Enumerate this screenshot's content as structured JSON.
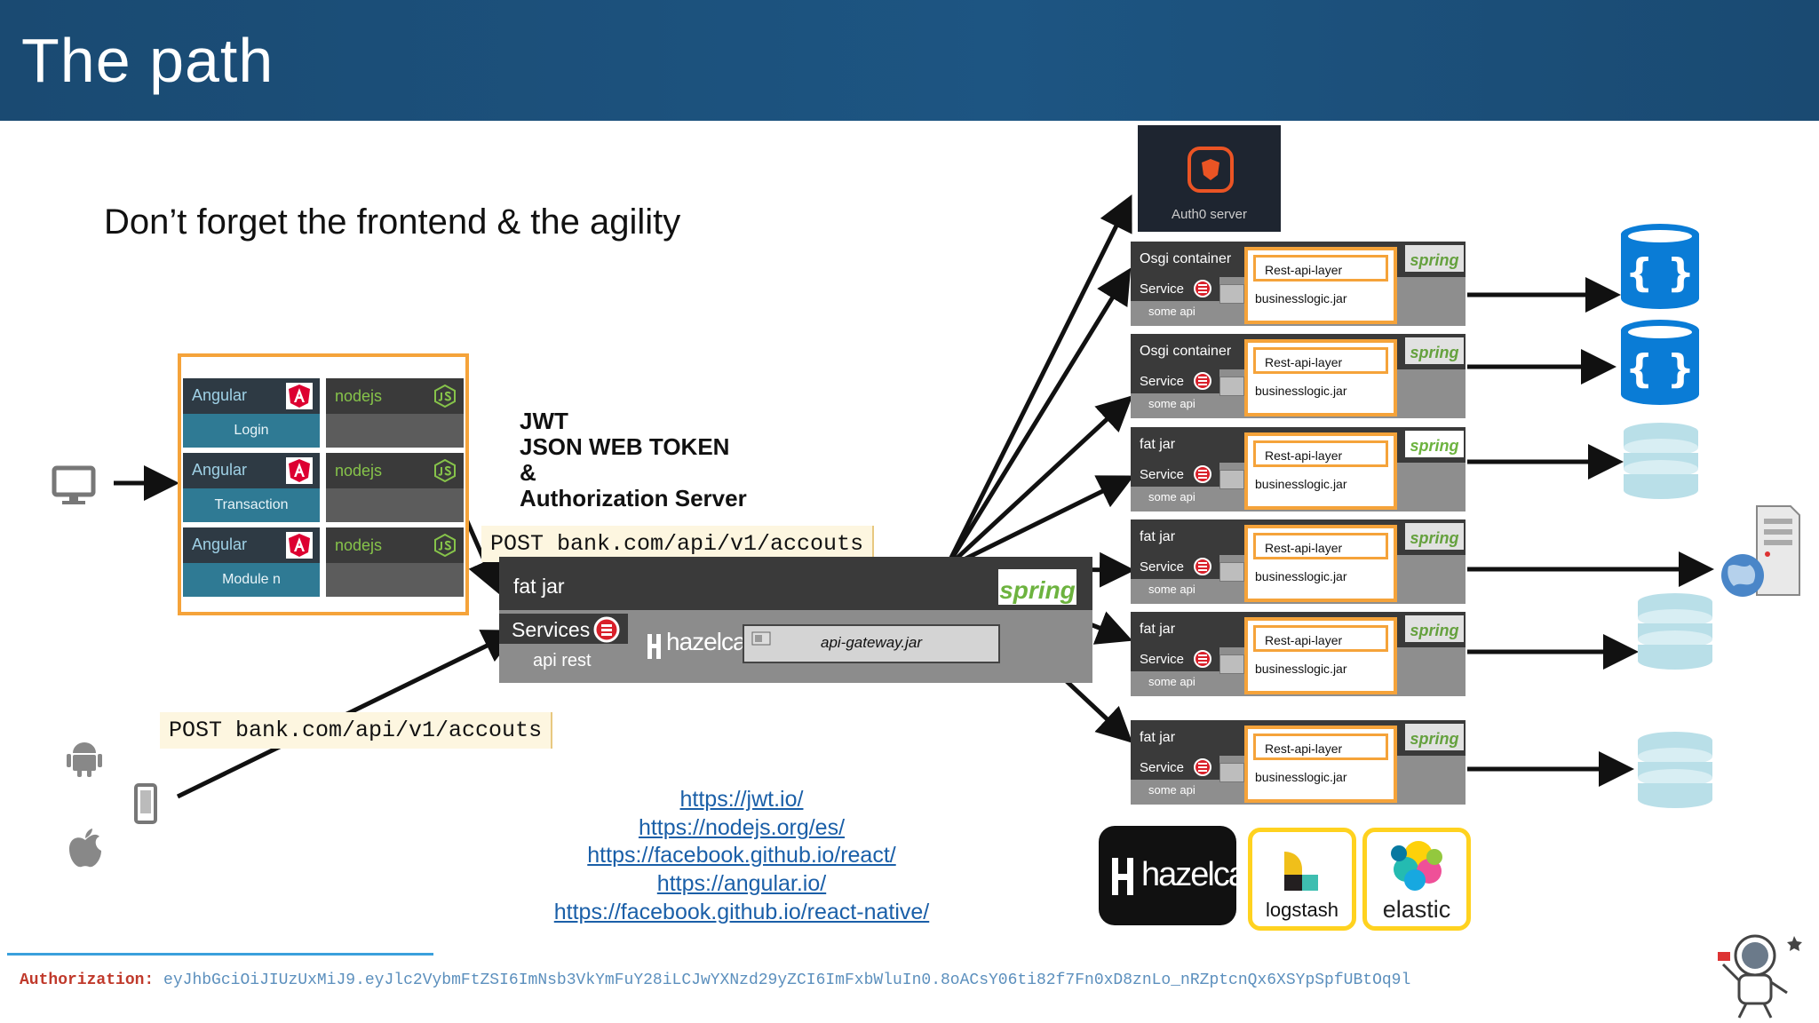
{
  "slide": {
    "title": "The path",
    "subtitle": "Don’t forget the frontend & the agility",
    "jwt_text": "JWT\nJSON WEB TOKEN\n&\nAuthorization Server"
  },
  "posts": {
    "top": "POST bank.com/api/v1/accouts",
    "bottom": "POST bank.com/api/v1/accouts"
  },
  "frontend": {
    "modules": [
      {
        "framework": "Angular",
        "module": "Login",
        "backend": "nodejs"
      },
      {
        "framework": "Angular",
        "module": "Transaction",
        "backend": "nodejs"
      },
      {
        "framework": "Angular",
        "module": "Module n",
        "backend": "nodejs"
      }
    ]
  },
  "gateway": {
    "fat_jar": "fat jar",
    "services": "Services",
    "api_rest": "api rest",
    "hazelcast": "hazelcast",
    "jar": "api-gateway.jar",
    "spring": "spring"
  },
  "auth_server": {
    "label": "Auth0 server"
  },
  "services": [
    {
      "container": "Osgi container",
      "service": "Service",
      "some_api": "some api",
      "rest": "Rest-api-layer",
      "jar": "businesslogic.jar",
      "spring": "spring"
    },
    {
      "container": "Osgi container",
      "service": "Service",
      "some_api": "some api",
      "rest": "Rest-api-layer",
      "jar": "businesslogic.jar",
      "spring": "spring"
    },
    {
      "container": "fat jar",
      "service": "Service",
      "some_api": "some api",
      "rest": "Rest-api-layer",
      "jar": "businesslogic.jar",
      "spring": "spring"
    },
    {
      "container": "fat jar",
      "service": "Service",
      "some_api": "some api",
      "rest": "Rest-api-layer",
      "jar": "businesslogic.jar",
      "spring": "spring"
    },
    {
      "container": "fat jar",
      "service": "Service",
      "some_api": "some api",
      "rest": "Rest-api-layer",
      "jar": "businesslogic.jar",
      "spring": "spring"
    },
    {
      "container": "fat jar",
      "service": "Service",
      "some_api": "some api",
      "rest": "Rest-api-layer",
      "jar": "businesslogic.jar",
      "spring": "spring"
    }
  ],
  "logos": {
    "hazelcast": "hazelcast",
    "logstash": "logstash",
    "elastic": "elastic"
  },
  "links": [
    "https://jwt.io/",
    "https://nodejs.org/es/",
    "https://facebook.github.io/react/",
    "https://angular.io/",
    "https://facebook.github.io/react-native/"
  ],
  "authorization": {
    "key": "Authorization:",
    "token": "eyJhbGciOiJIUzUxMiJ9.eyJlc2VybmFtZSI6ImNsb3VkYmFuY28iLCJwYXNzd29yZCI6ImFxbWluIn0.8oACsY06ti82f7Fn0xD8znLo_nRZptcnQx6XSYpSpfUBtOq9l"
  },
  "colors": {
    "header": "#1d5582",
    "accent_orange": "#f5a33a",
    "spring_green": "#6db33f",
    "db_blue": "#0a7cd6",
    "db_light": "#b9dfe8",
    "link_blue": "#1a5fa8"
  }
}
